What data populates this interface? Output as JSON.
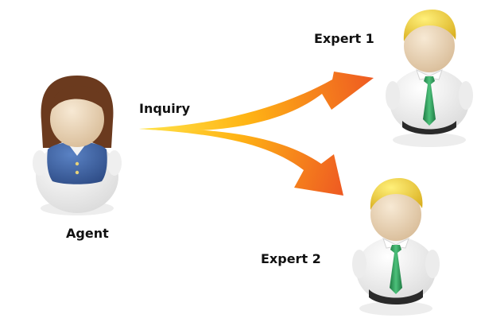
{
  "labels": {
    "agent": "Agent",
    "inquiry": "Inquiry",
    "expert1": "Expert 1",
    "expert2": "Expert 2"
  },
  "colors": {
    "arrow_start": "#FFD21A",
    "arrow_end": "#EE5A22",
    "agent_hair": "#6B3A1E",
    "agent_vest": "#3E64A6",
    "expert_hair": "#F3CF3A",
    "expert_tie": "#2E9E5B",
    "skin": "#EBD4B5",
    "shirt": "#F4F4F4",
    "text": "#111111"
  },
  "icons": {
    "agent": "female-person-icon",
    "expert1": "male-person-icon",
    "expert2": "male-person-icon",
    "arrows": "split-arrow-icon"
  }
}
